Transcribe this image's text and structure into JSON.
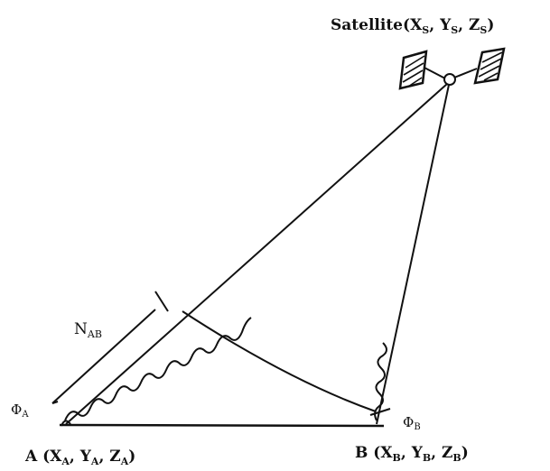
{
  "diagram": {
    "satellite": {
      "name": "Satellite",
      "x_sym": "X",
      "x_sub": "S",
      "y_sym": "Y",
      "y_sub": "S",
      "z_sym": "Z",
      "z_sub": "S"
    },
    "point_a": {
      "name": "A",
      "x_sym": "X",
      "x_sub": "A",
      "y_sym": "Y",
      "y_sub": "A",
      "z_sym": "Z",
      "z_sub": "A"
    },
    "point_b": {
      "name": "B",
      "x_sym": "X",
      "x_sub": "B",
      "y_sym": "Y",
      "y_sub": "B",
      "z_sym": "Z",
      "z_sub": "B"
    },
    "phase_a": {
      "sym": "Φ",
      "sub": "A"
    },
    "phase_b": {
      "sym": "Φ",
      "sub": "B"
    },
    "ambiguity": {
      "sym": "N",
      "sub": "AB"
    }
  }
}
